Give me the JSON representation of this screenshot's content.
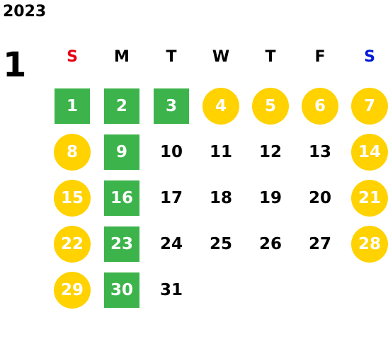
{
  "year": "2023",
  "month": "1",
  "weekdays": [
    {
      "label": "S",
      "color": "#e60012"
    },
    {
      "label": "M",
      "color": "#000000"
    },
    {
      "label": "T",
      "color": "#000000"
    },
    {
      "label": "W",
      "color": "#000000"
    },
    {
      "label": "T",
      "color": "#000000"
    },
    {
      "label": "F",
      "color": "#000000"
    },
    {
      "label": "S",
      "color": "#0019d6"
    }
  ],
  "colors": {
    "green": "#3cb44b",
    "yellow": "#ffd200",
    "text": "#000000"
  },
  "first_weekday_index": 0,
  "days": [
    {
      "day": "1",
      "mark": "green-square"
    },
    {
      "day": "2",
      "mark": "green-square"
    },
    {
      "day": "3",
      "mark": "green-square"
    },
    {
      "day": "4",
      "mark": "yellow-circle"
    },
    {
      "day": "5",
      "mark": "yellow-circle"
    },
    {
      "day": "6",
      "mark": "yellow-circle"
    },
    {
      "day": "7",
      "mark": "yellow-circle"
    },
    {
      "day": "8",
      "mark": "yellow-circle"
    },
    {
      "day": "9",
      "mark": "green-square"
    },
    {
      "day": "10",
      "mark": "none"
    },
    {
      "day": "11",
      "mark": "none"
    },
    {
      "day": "12",
      "mark": "none"
    },
    {
      "day": "13",
      "mark": "none"
    },
    {
      "day": "14",
      "mark": "yellow-circle"
    },
    {
      "day": "15",
      "mark": "yellow-circle"
    },
    {
      "day": "16",
      "mark": "green-square"
    },
    {
      "day": "17",
      "mark": "none"
    },
    {
      "day": "18",
      "mark": "none"
    },
    {
      "day": "19",
      "mark": "none"
    },
    {
      "day": "20",
      "mark": "none"
    },
    {
      "day": "21",
      "mark": "yellow-circle"
    },
    {
      "day": "22",
      "mark": "yellow-circle"
    },
    {
      "day": "23",
      "mark": "green-square"
    },
    {
      "day": "24",
      "mark": "none"
    },
    {
      "day": "25",
      "mark": "none"
    },
    {
      "day": "26",
      "mark": "none"
    },
    {
      "day": "27",
      "mark": "none"
    },
    {
      "day": "28",
      "mark": "yellow-circle"
    },
    {
      "day": "29",
      "mark": "yellow-circle"
    },
    {
      "day": "30",
      "mark": "green-square"
    },
    {
      "day": "31",
      "mark": "none"
    }
  ]
}
